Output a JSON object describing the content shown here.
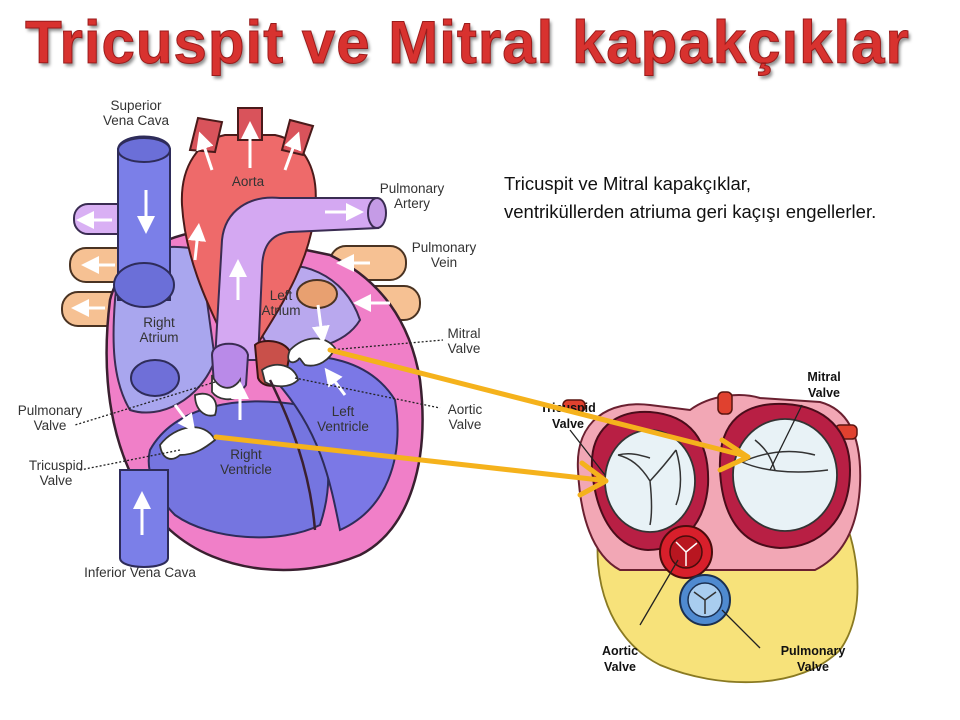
{
  "title": "Tricuspit ve Mitral kapakçıklar",
  "description": {
    "line1": "Tricuspit ve Mitral kapakçıklar,",
    "line2": "ventriküllerden atriuma geri kaçışı engellerler."
  },
  "heart_labels": {
    "superior_vena_cava_1": "Superior",
    "superior_vena_cava_2": "Vena Cava",
    "aorta": "Aorta",
    "pulmonary_artery_1": "Pulmonary",
    "pulmonary_artery_2": "Artery",
    "pulmonary_vein_1": "Pulmonary",
    "pulmonary_vein_2": "Vein",
    "left_atrium_1": "Left",
    "left_atrium_2": "Atrium",
    "right_atrium_1": "Right",
    "right_atrium_2": "Atrium",
    "mitral_valve_1": "Mitral",
    "mitral_valve_2": "Valve",
    "pulmonary_valve_1": "Pulmonary",
    "pulmonary_valve_2": "Valve",
    "aortic_valve_1": "Aortic",
    "aortic_valve_2": "Valve",
    "left_ventricle_1": "Left",
    "left_ventricle_2": "Ventricle",
    "right_ventricle_1": "Right",
    "right_ventricle_2": "Ventricle",
    "tricuspid_valve_1": "Tricuspid",
    "tricuspid_valve_2": "Valve",
    "inferior_vena_cava": "Inferior Vena Cava"
  },
  "valve_labels": {
    "mitral_1": "Mitral",
    "mitral_2": "Valve",
    "tricuspid_1": "Tricuspid",
    "tricuspid_2": "Valve",
    "aortic_1": "Aortic",
    "aortic_2": "Valve",
    "pulmonary_1": "Pulmonary",
    "pulmonary_2": "Valve"
  },
  "colors": {
    "title": "#d8322f",
    "vena_cava": "#7b7fe8",
    "aorta": "#ee6a6a",
    "pulmonary_artery": "#d4a8f2",
    "pulmonary_vein": "#f6c193",
    "heart_wall": "#f07fc8",
    "chamber": "#a9a6ee",
    "ventricle": "#7575e0",
    "arrow": "#f5b21c",
    "valve_ring": "#c4264a",
    "fat": "#f7e27a"
  }
}
